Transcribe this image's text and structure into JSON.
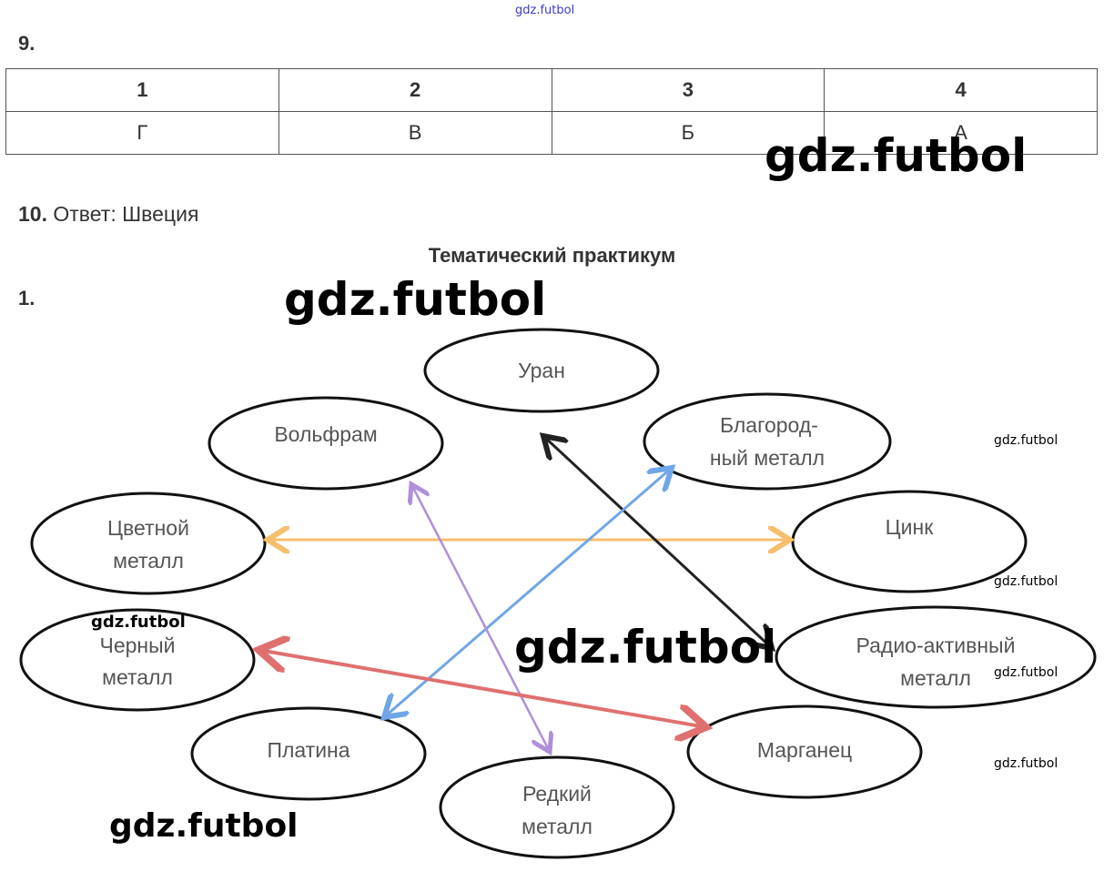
{
  "watermarks": [
    "gdz.futbol",
    "gdz.futbol",
    "gdz.futbol",
    "gdz.futbol",
    "gdz.futbol",
    "gdz.futbol",
    "gdz.futbol",
    "gdz.futbol",
    "gdz.futbol",
    "gdz.futbol"
  ],
  "task9": {
    "number": "9.",
    "headers": [
      "1",
      "2",
      "3",
      "4"
    ],
    "answers": [
      "Г",
      "В",
      "Б",
      "А"
    ]
  },
  "task10": {
    "number": "10.",
    "text": "Ответ: Швеция"
  },
  "section_title": "Тематический практикум",
  "task1": {
    "number": "1.",
    "nodes": {
      "uran": [
        "Уран"
      ],
      "volfram": [
        "Вольфрам"
      ],
      "blagorod": [
        "Благород-",
        "ный металл"
      ],
      "cvetnoy": [
        "Цветной",
        "металл"
      ],
      "cink": [
        "Цинк"
      ],
      "cherny": [
        "Черный",
        "металл"
      ],
      "radio": [
        "Радио-активный",
        "металл"
      ],
      "platina": [
        "Платина"
      ],
      "marganec": [
        "Марганец"
      ],
      "redkiy": [
        "Редкий",
        "металл"
      ]
    },
    "colors": {
      "orange": "#f6bf6e",
      "black": "#222222",
      "blue": "#6fa6e6",
      "purple": "#b08fd8",
      "red": "#e07070"
    }
  }
}
